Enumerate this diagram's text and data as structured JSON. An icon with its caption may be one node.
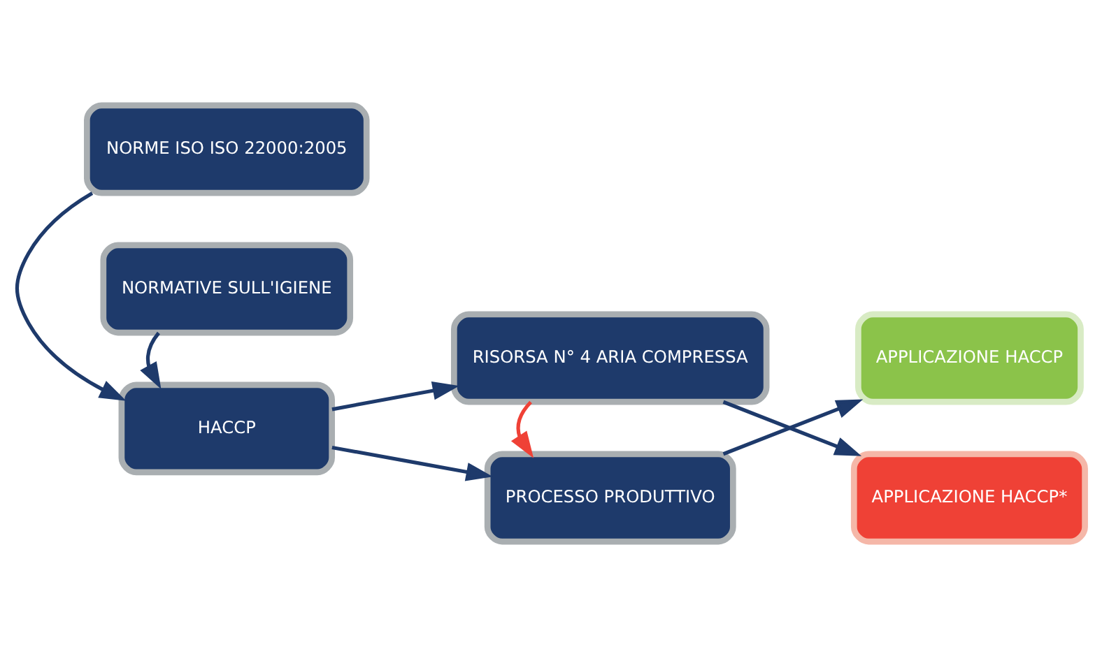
{
  "diagram": {
    "nodes": [
      {
        "text": [
          "NORMATIVE SULL'IGIENE"
        ]
      },
      {
        "text": [
          "HACCP"
        ]
      },
      {
        "text": [
          "NORME ISO ISO 22000:2005"
        ]
      },
      {
        "text": [
          "PROCESSO PRODUTTIVO"
        ]
      },
      {
        "text": [
          "RISORSA N° 4 ARIA COMPRESSA"
        ]
      },
      {
        "text": [
          "APPLICAZIONE HACCP"
        ]
      },
      {
        "text": [
          "APPLICAZIONE HACCP*"
        ]
      }
    ],
    "edges": [
      {
        "from": 0,
        "to": 1,
        "arrow": "to"
      },
      {
        "from": 2,
        "to": 1,
        "arrow": "to"
      },
      {
        "from": 1,
        "to": 3,
        "arrow": "to"
      },
      {
        "from": 1,
        "to": 4,
        "arrow": "to"
      },
      {
        "from": 4,
        "to": 3,
        "arrow": "to",
        "color": "#ef4136"
      },
      {
        "from": 3,
        "to": 5,
        "arrow": "to"
      },
      {
        "from": 4,
        "to": 6,
        "arrow": "to"
      }
    ]
  }
}
